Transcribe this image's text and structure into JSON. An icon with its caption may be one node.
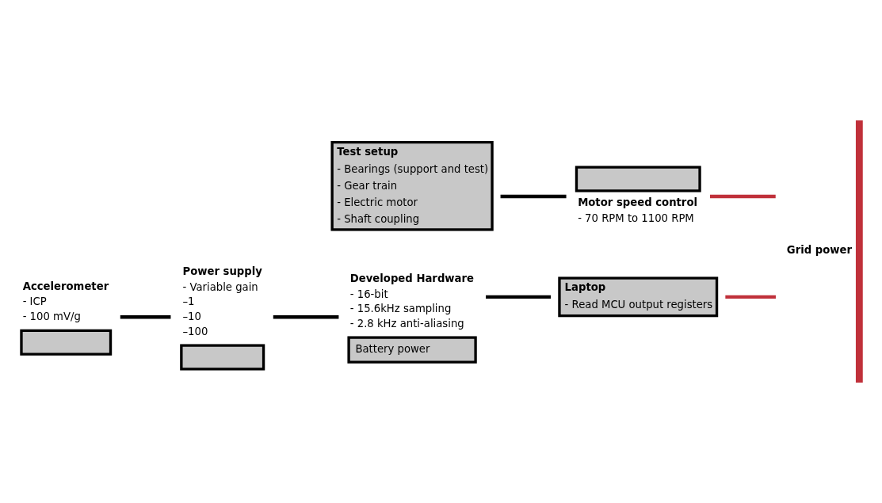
{
  "diagram": {
    "nodes": [
      {
        "text": [
          "Test setup",
          "- Bearings (support and test)",
          "- Gear train",
          "- Electric motor",
          "- Shaft coupling"
        ]
      },
      {
        "text": [
          "Accelerometer",
          "- ICP",
          "- 100 mV/g"
        ]
      },
      {
        "text": [
          "Power supply",
          "- Variable gain",
          "–1",
          "–10",
          "–100"
        ]
      },
      {
        "text": [
          "Developed Hardware",
          "- 16-bit",
          "- 15.6kHz sampling",
          "- 2.8 kHz anti-aliasing",
          "Battery power"
        ]
      },
      {
        "text": [
          "Laptop",
          "- Read MCU output registers"
        ]
      },
      {
        "text": [
          "Grid power"
        ]
      },
      {
        "text": [
          "Motor speed control",
          "- 70 RPM to 1100 RPM"
        ]
      }
    ],
    "edges": [
      {
        "from": 1,
        "to": 2,
        "arrow": "none"
      },
      {
        "from": 2,
        "to": 3,
        "arrow": "none"
      },
      {
        "from": 3,
        "to": 4,
        "arrow": "none"
      },
      {
        "from": 4,
        "to": 5,
        "arrow": "none",
        "color": "#c0303a"
      },
      {
        "from": 0,
        "to": 6,
        "arrow": "none"
      },
      {
        "from": 6,
        "to": 5,
        "arrow": "none",
        "color": "#c0303a"
      }
    ]
  }
}
